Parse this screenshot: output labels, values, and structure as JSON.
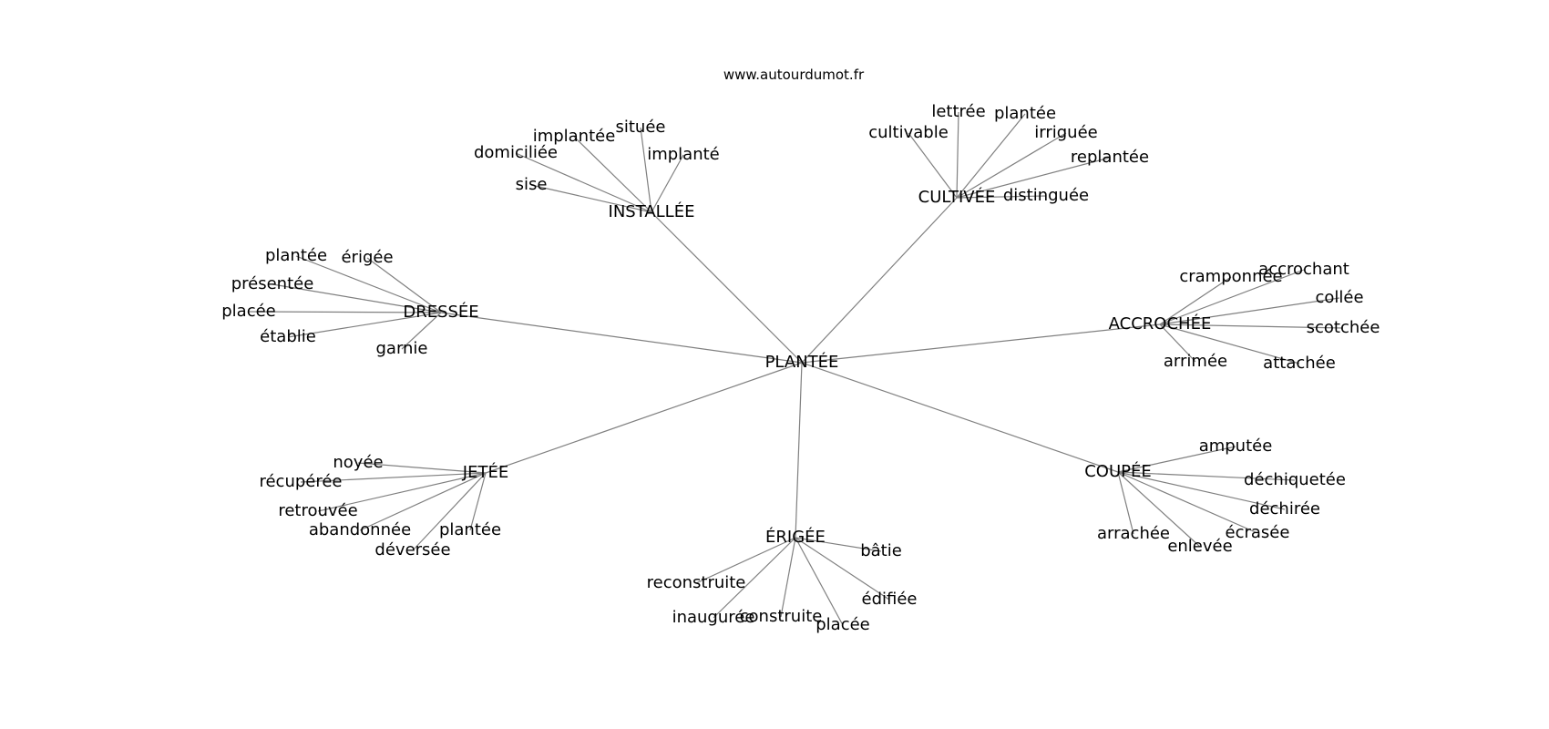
{
  "header": {
    "site": "www.autourdumot.fr"
  },
  "graph": {
    "root": "PLANTÉE",
    "clusters": [
      {
        "id": "installee",
        "label": "INSTALLÉE",
        "leaves": [
          "située",
          "implantée",
          "domiciliée",
          "implanté",
          "sise"
        ]
      },
      {
        "id": "cultivee",
        "label": "CULTIVÉE",
        "leaves": [
          "lettrée",
          "plantée",
          "cultivable",
          "irriguée",
          "replantée",
          "distinguée"
        ]
      },
      {
        "id": "dressee",
        "label": "DRESSÉE",
        "leaves": [
          "plantée",
          "érigée",
          "présentée",
          "placée",
          "établie",
          "garnie"
        ]
      },
      {
        "id": "accrochee",
        "label": "ACCROCHÉE",
        "leaves": [
          "accrochant",
          "cramponnée",
          "collée",
          "scotchée",
          "arrimée",
          "attachée"
        ]
      },
      {
        "id": "jetee",
        "label": "JETÉE",
        "leaves": [
          "noyée",
          "récupérée",
          "retrouvée",
          "abandonnée",
          "plantée",
          "déversée"
        ]
      },
      {
        "id": "coupee",
        "label": "COUPÉE",
        "leaves": [
          "amputée",
          "déchiquetée",
          "déchirée",
          "écrasée",
          "arrachée",
          "enlevée"
        ]
      },
      {
        "id": "erigee",
        "label": "ÉRIGÉE",
        "leaves": [
          "bâtie",
          "reconstruite",
          "édifiée",
          "inaugurée",
          "construite",
          "placée"
        ]
      }
    ]
  }
}
